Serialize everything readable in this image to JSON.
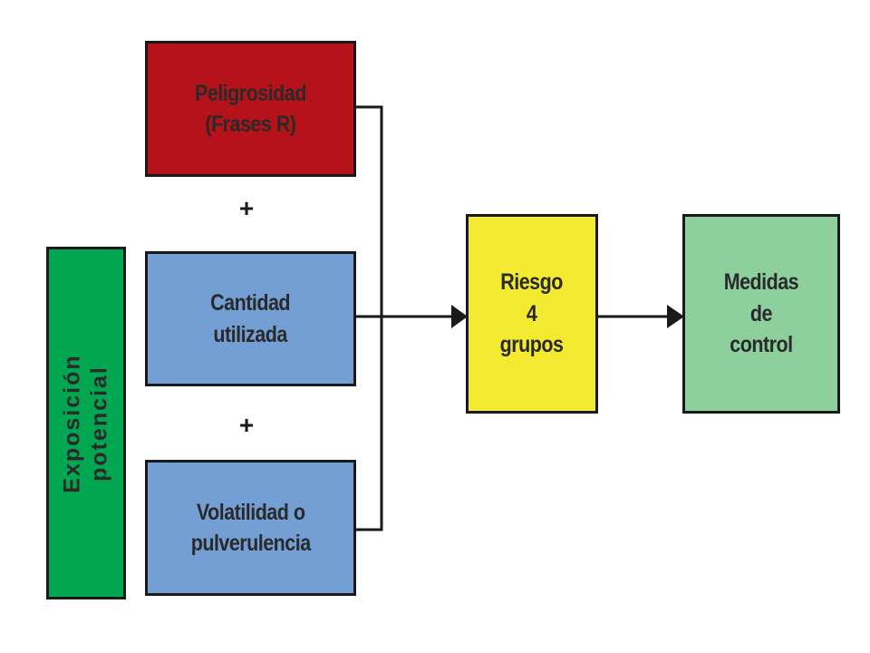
{
  "diagram": {
    "hazard_box": {
      "line1": "Peligrosidad",
      "line2": "(Frases R)",
      "color": "#b5121b"
    },
    "plus_1": "+",
    "quantity_box": {
      "line1": "Cantidad",
      "line2": "utilizada",
      "color": "#749fd4"
    },
    "plus_2": "+",
    "volatility_box": {
      "line1": "Volatilidad o",
      "line2": "pulverulencia",
      "color": "#749fd4"
    },
    "exposure_box": {
      "line1": "Exposición",
      "line2": "potencial",
      "color": "#00a650"
    },
    "risk_box": {
      "line1": "Riesgo",
      "line2": "4",
      "line3": "grupos",
      "color": "#f5ea32"
    },
    "control_box": {
      "line1": "Medidas",
      "line2": "de",
      "line3": "control",
      "color": "#8ecf9e"
    }
  }
}
